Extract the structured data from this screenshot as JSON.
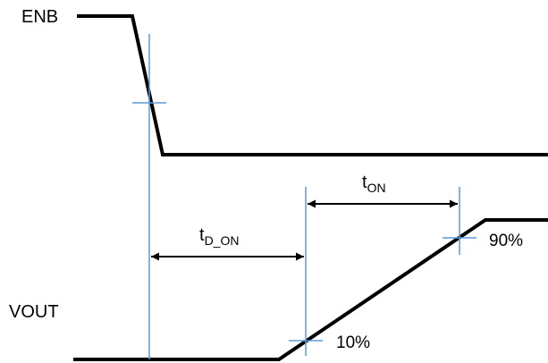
{
  "signals": {
    "enb_label": "ENB",
    "vout_label": "VOUT"
  },
  "markers": {
    "pct_low": "10%",
    "pct_high": "90%"
  },
  "timing": {
    "t_d_on": {
      "base": "t",
      "sub": "D_ON"
    },
    "t_on": {
      "base": "t",
      "sub": "ON"
    }
  },
  "colors": {
    "waveform": "#000000",
    "marker": "#5b9bd5",
    "background": "#ffffff"
  }
}
